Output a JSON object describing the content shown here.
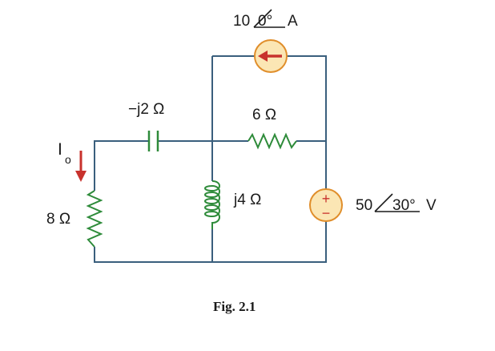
{
  "figure": {
    "caption": "Fig. 2.1"
  },
  "labels": {
    "current_source": "10∠ 0° A",
    "current_source_mag": "10",
    "current_source_angle": "0°",
    "current_source_unit": "A",
    "capacitor": "−j2 Ω",
    "resistor_6": "6 Ω",
    "inductor": "j4 Ω",
    "voltage_source_mag": "50",
    "voltage_source_angle": "30°",
    "voltage_source_unit": "V",
    "resistor_8": "8 Ω",
    "current_io": "I",
    "current_io_sub": "o",
    "plus": "+",
    "minus": "−"
  },
  "colors": {
    "wire": "#3a5f7d",
    "resistor": "#2e8b3a",
    "source_fill": "#fbe6b4",
    "source_stroke": "#e08e2b",
    "arrow": "#c8322d"
  }
}
